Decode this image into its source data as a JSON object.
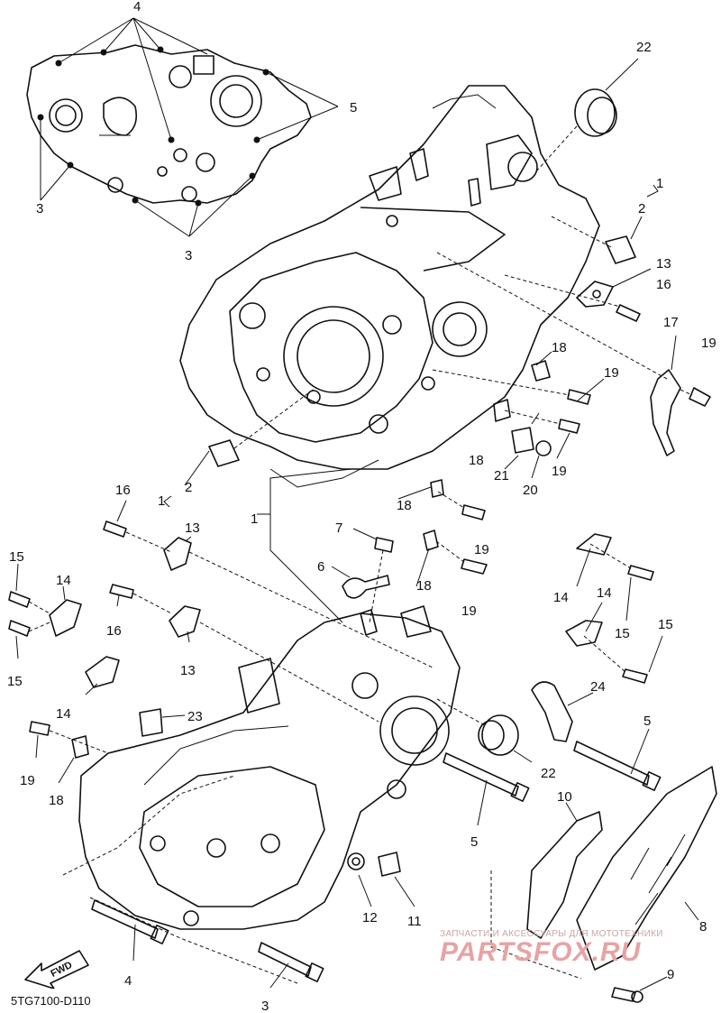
{
  "diagram": {
    "code": "5TG7100-D110",
    "fwd_label": "FWD",
    "watermark": {
      "line1": "ЗАПЧАСТИ И АКСЕССУАРЫ ДЛЯ МОТОТЕХНИКИ",
      "brand": "PARTSFOX.RU"
    },
    "callouts": [
      {
        "id": "c4-top",
        "text": "4"
      },
      {
        "id": "c5-inset",
        "text": "5"
      },
      {
        "id": "c3-inset-left",
        "text": "3"
      },
      {
        "id": "c3-inset-bottom",
        "text": "3"
      },
      {
        "id": "c22-top",
        "text": "22"
      },
      {
        "id": "c1-right",
        "text": "1"
      },
      {
        "id": "c2-right",
        "text": "2"
      },
      {
        "id": "c13-right",
        "text": "13"
      },
      {
        "id": "c16-right",
        "text": "16"
      },
      {
        "id": "c17",
        "text": "17"
      },
      {
        "id": "c19-far-right",
        "text": "19"
      },
      {
        "id": "c18-a",
        "text": "18"
      },
      {
        "id": "c19-a",
        "text": "19"
      },
      {
        "id": "c18-b",
        "text": "18"
      },
      {
        "id": "c21",
        "text": "21"
      },
      {
        "id": "c19-b",
        "text": "19"
      },
      {
        "id": "c20",
        "text": "20"
      },
      {
        "id": "c1-left",
        "text": "1"
      },
      {
        "id": "c2-left",
        "text": "2"
      },
      {
        "id": "c16-left-top",
        "text": "16"
      },
      {
        "id": "c13-left-top",
        "text": "13"
      },
      {
        "id": "c1-center",
        "text": "1"
      },
      {
        "id": "c7",
        "text": "7"
      },
      {
        "id": "c18-c",
        "text": "18"
      },
      {
        "id": "c19-c",
        "text": "19"
      },
      {
        "id": "c6",
        "text": "6"
      },
      {
        "id": "c18-d",
        "text": "18"
      },
      {
        "id": "c19-d",
        "text": "19"
      },
      {
        "id": "c15-top",
        "text": "15"
      },
      {
        "id": "c14-left",
        "text": "14"
      },
      {
        "id": "c16-left",
        "text": "16"
      },
      {
        "id": "c15-mid",
        "text": "15"
      },
      {
        "id": "c13-left",
        "text": "13"
      },
      {
        "id": "c14-left-b",
        "text": "14"
      },
      {
        "id": "c14-right",
        "text": "14"
      },
      {
        "id": "c15-right-a",
        "text": "15"
      },
      {
        "id": "c14-right-b",
        "text": "14"
      },
      {
        "id": "c15-right-b",
        "text": "15"
      },
      {
        "id": "c24",
        "text": "24"
      },
      {
        "id": "c23",
        "text": "23"
      },
      {
        "id": "c19-left",
        "text": "19"
      },
      {
        "id": "c18-left",
        "text": "18"
      },
      {
        "id": "c5-right",
        "text": "5"
      },
      {
        "id": "c22-lower",
        "text": "22"
      },
      {
        "id": "c10",
        "text": "10"
      },
      {
        "id": "c5-lower",
        "text": "5"
      },
      {
        "id": "c12",
        "text": "12"
      },
      {
        "id": "c11",
        "text": "11"
      },
      {
        "id": "c8",
        "text": "8"
      },
      {
        "id": "c9",
        "text": "9"
      },
      {
        "id": "c4-bottom",
        "text": "4"
      },
      {
        "id": "c3-bottom",
        "text": "3"
      }
    ]
  }
}
